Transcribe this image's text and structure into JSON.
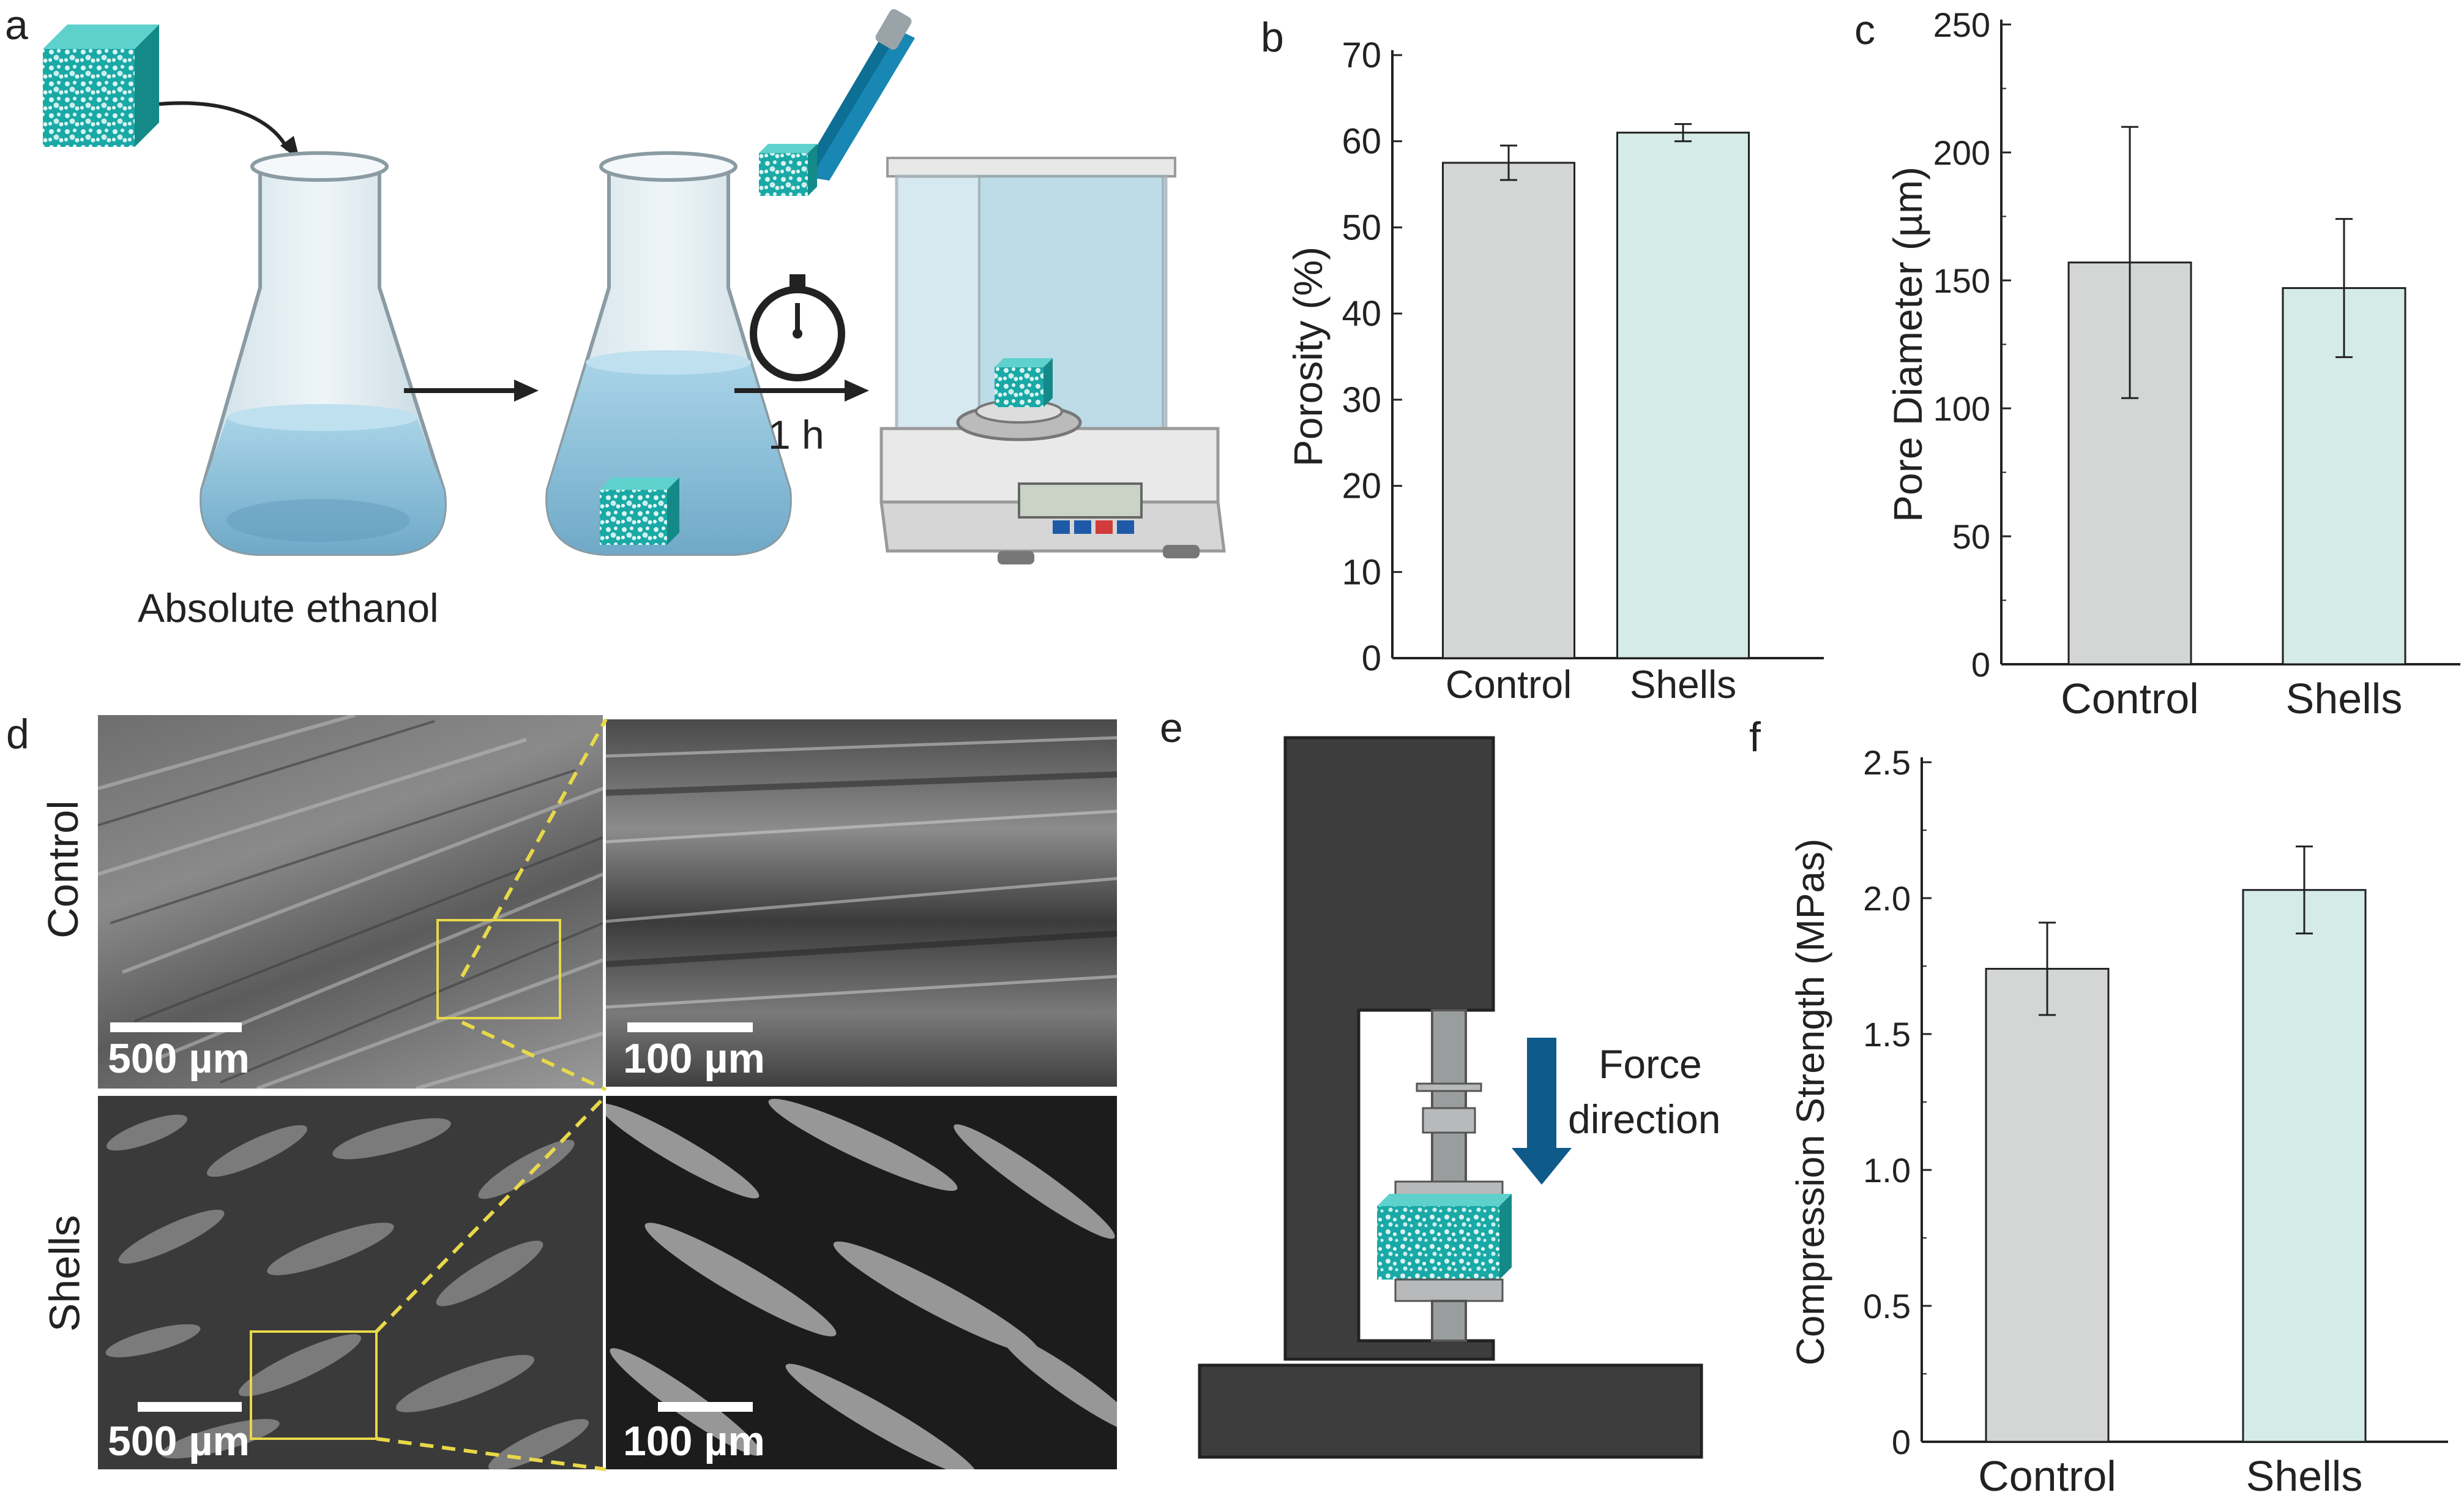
{
  "panels": {
    "a": {
      "letter": "a",
      "flask_label": "Absolute ethanol",
      "time_label": "1  h",
      "icons": [
        "scaffold-cube-icon",
        "erlenmeyer-flask-icon",
        "right-arrow-icon",
        "stopwatch-icon",
        "tweezers-icon",
        "analytical-balance-icon"
      ],
      "colors": {
        "scaffold": "#1fb3b0",
        "liquid": "#8fc3dc",
        "glass": "#dbe9ef"
      }
    },
    "b": {
      "letter": "b"
    },
    "c": {
      "letter": "c"
    },
    "d": {
      "letter": "d",
      "row_labels": [
        "Control",
        "Shells"
      ],
      "scale_labels": [
        "500 µm",
        "100 µm",
        "500 µm",
        "100 µm"
      ],
      "inset_color": "#e8d84a"
    },
    "e": {
      "letter": "e",
      "force_label_line1": "Force",
      "force_label_line2": "direction",
      "colors": {
        "frame": "#3d3d3d",
        "arrow": "#0e5a8a",
        "sample": "#1fb3b0"
      }
    },
    "f": {
      "letter": "f"
    }
  },
  "chart_data": [
    {
      "id": "b",
      "type": "bar",
      "categories": [
        "Control",
        "Shells"
      ],
      "values": [
        57.5,
        61
      ],
      "errors": [
        2,
        1
      ],
      "ylabel": "Porosity (%)",
      "ylim": [
        0,
        70
      ],
      "yticks": [
        0,
        10,
        20,
        30,
        40,
        50,
        60,
        70
      ],
      "colors": [
        "#d3d6d5",
        "#d5ebe8"
      ]
    },
    {
      "id": "c",
      "type": "bar",
      "categories": [
        "Control",
        "Shells"
      ],
      "values": [
        157,
        147
      ],
      "errors": [
        53,
        27
      ],
      "ylabel": "Pore Diameter (µm)",
      "ylim": [
        0,
        250
      ],
      "yticks": [
        0,
        50,
        100,
        150,
        200,
        250
      ],
      "colors": [
        "#d3d6d5",
        "#d5ebe8"
      ]
    },
    {
      "id": "f",
      "type": "bar",
      "categories": [
        "Control",
        "Shells"
      ],
      "values": [
        1.74,
        2.03
      ],
      "errors": [
        0.17,
        0.16
      ],
      "ylabel": "Compression Strength (MPas)",
      "ylim": [
        0,
        2.5
      ],
      "yticks": [
        "0",
        "0.5",
        "1.0",
        "1.5",
        "2.0",
        "2.5"
      ],
      "colors": [
        "#d3d6d5",
        "#d5ebe8"
      ]
    }
  ]
}
